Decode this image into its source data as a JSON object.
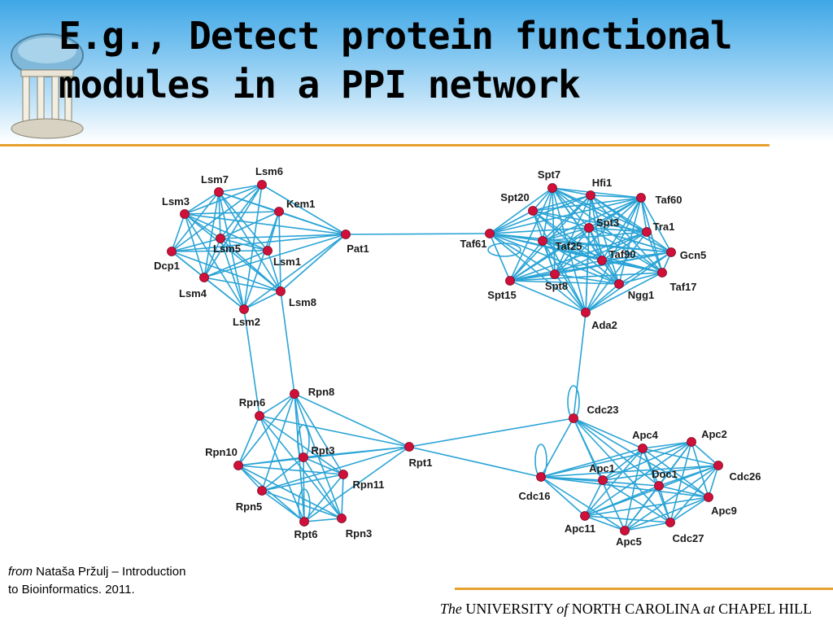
{
  "title": {
    "line1": "E.g., Detect protein functional",
    "line2": "modules in a PPI network"
  },
  "citation": {
    "from": "from",
    "author": "Nataša Pržulj",
    "rest": " – Introduction",
    "line2": "to Bioinformatics.  2011."
  },
  "footer": {
    "the": "The",
    "university": " UNIVERSITY ",
    "of": "of",
    "north_carolina": " NORTH CAROLINA ",
    "at": "at",
    "chapel_hill": " CHAPEL HILL"
  },
  "colors": {
    "edge": "#2aa4d6",
    "node": "#d0103a",
    "accent_rule": "#e6a02c",
    "header_gradient_top": "#3fa7e6"
  },
  "network": {
    "nodes": [
      {
        "id": "Lsm6",
        "label": "Lsm6"
      },
      {
        "id": "Lsm7",
        "label": "Lsm7"
      },
      {
        "id": "Lsm3",
        "label": "Lsm3"
      },
      {
        "id": "Kem1",
        "label": "Kem1"
      },
      {
        "id": "Lsm5",
        "label": "Lsm5"
      },
      {
        "id": "Dcp1",
        "label": "Dcp1"
      },
      {
        "id": "Lsm1",
        "label": "Lsm1"
      },
      {
        "id": "Pat1",
        "label": "Pat1"
      },
      {
        "id": "Lsm4",
        "label": "Lsm4"
      },
      {
        "id": "Lsm8",
        "label": "Lsm8"
      },
      {
        "id": "Lsm2",
        "label": "Lsm2"
      },
      {
        "id": "Spt7",
        "label": "Spt7"
      },
      {
        "id": "Hfi1",
        "label": "Hfi1"
      },
      {
        "id": "Spt20",
        "label": "Spt20"
      },
      {
        "id": "Taf60",
        "label": "Taf60"
      },
      {
        "id": "Spt3",
        "label": "Spt3"
      },
      {
        "id": "Tra1",
        "label": "Tra1"
      },
      {
        "id": "Taf61",
        "label": "Taf61"
      },
      {
        "id": "Taf25",
        "label": "Taf25"
      },
      {
        "id": "Taf90",
        "label": "Taf90"
      },
      {
        "id": "Gcn5",
        "label": "Gcn5"
      },
      {
        "id": "Spt15",
        "label": "Spt15"
      },
      {
        "id": "Spt8",
        "label": "Spt8"
      },
      {
        "id": "Ngg1",
        "label": "Ngg1"
      },
      {
        "id": "Taf17",
        "label": "Taf17"
      },
      {
        "id": "Ada2",
        "label": "Ada2"
      },
      {
        "id": "Rpn8",
        "label": "Rpn8"
      },
      {
        "id": "Rpn6",
        "label": "Rpn6"
      },
      {
        "id": "Rpn10",
        "label": "Rpn10"
      },
      {
        "id": "Rpt3",
        "label": "Rpt3"
      },
      {
        "id": "Rpt1",
        "label": "Rpt1"
      },
      {
        "id": "Rpn11",
        "label": "Rpn11"
      },
      {
        "id": "Rpn5",
        "label": "Rpn5"
      },
      {
        "id": "Rpt6",
        "label": "Rpt6"
      },
      {
        "id": "Rpn3",
        "label": "Rpn3"
      },
      {
        "id": "Cdc23",
        "label": "Cdc23"
      },
      {
        "id": "Apc4",
        "label": "Apc4"
      },
      {
        "id": "Apc2",
        "label": "Apc2"
      },
      {
        "id": "Apc1",
        "label": "Apc1"
      },
      {
        "id": "Doc1",
        "label": "Doc1"
      },
      {
        "id": "Cdc26",
        "label": "Cdc26"
      },
      {
        "id": "Cdc16",
        "label": "Cdc16"
      },
      {
        "id": "Apc9",
        "label": "Apc9"
      },
      {
        "id": "Apc11",
        "label": "Apc11"
      },
      {
        "id": "Cdc27",
        "label": "Cdc27"
      },
      {
        "id": "Apc5",
        "label": "Apc5"
      }
    ],
    "modules": [
      [
        "Lsm6",
        "Lsm7",
        "Lsm3",
        "Kem1",
        "Lsm5",
        "Dcp1",
        "Lsm1",
        "Pat1",
        "Lsm4",
        "Lsm8",
        "Lsm2"
      ],
      [
        "Spt7",
        "Hfi1",
        "Spt20",
        "Taf60",
        "Spt3",
        "Tra1",
        "Taf61",
        "Taf25",
        "Taf90",
        "Gcn5",
        "Spt15",
        "Spt8",
        "Ngg1",
        "Taf17",
        "Ada2"
      ],
      [
        "Rpn8",
        "Rpn6",
        "Rpn10",
        "Rpt3",
        "Rpt1",
        "Rpn11",
        "Rpn5",
        "Rpt6",
        "Rpn3"
      ],
      [
        "Cdc23",
        "Apc4",
        "Apc2",
        "Apc1",
        "Doc1",
        "Cdc26",
        "Cdc16",
        "Apc9",
        "Apc11",
        "Cdc27",
        "Apc5"
      ]
    ],
    "bridges": [
      [
        "Pat1",
        "Taf61"
      ],
      [
        "Lsm2",
        "Rpn6"
      ],
      [
        "Lsm8",
        "Rpn8"
      ],
      [
        "Ada2",
        "Cdc23"
      ],
      [
        "Rpt1",
        "Cdc23"
      ],
      [
        "Rpt1",
        "Cdc16"
      ]
    ],
    "self_loops": [
      "Taf61",
      "Cdc23",
      "Cdc16",
      "Rpt3",
      "Rpt6"
    ]
  }
}
